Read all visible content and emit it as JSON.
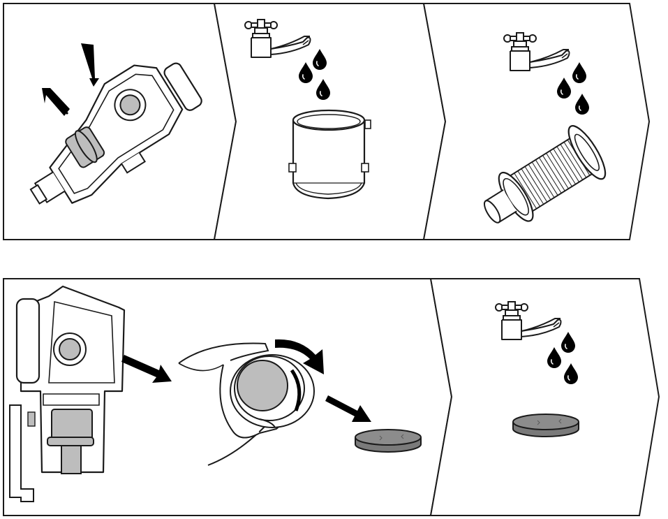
{
  "figure": {
    "kind": "instruction-steps",
    "rows": [
      {
        "steps": [
          {
            "id": "step-1",
            "icons": [
              "vacuum-head-icon",
              "arrow-up-left-icon",
              "arrow-down-icon"
            ]
          },
          {
            "id": "step-2",
            "icons": [
              "tap-icon",
              "water-drops-icon",
              "dust-container-icon"
            ]
          },
          {
            "id": "step-3",
            "icons": [
              "tap-icon",
              "water-drops-icon",
              "cylinder-filter-icon"
            ]
          }
        ]
      },
      {
        "steps": [
          {
            "id": "step-4",
            "icons": [
              "vacuum-head-icon",
              "arrow-right-icon",
              "hand-twist-icon",
              "rotate-arrow-icon",
              "disc-filter-icon"
            ]
          },
          {
            "id": "step-5",
            "icons": [
              "tap-icon",
              "water-drops-icon",
              "disc-filter-icon"
            ]
          }
        ]
      }
    ],
    "colors": {
      "outline": "#1a1a1a",
      "fill_light": "#ffffff",
      "fill_gray": "#bdbdbd",
      "fill_dark_gray": "#8a8a8a",
      "drop": "#000000",
      "arrow": "#000000"
    }
  }
}
